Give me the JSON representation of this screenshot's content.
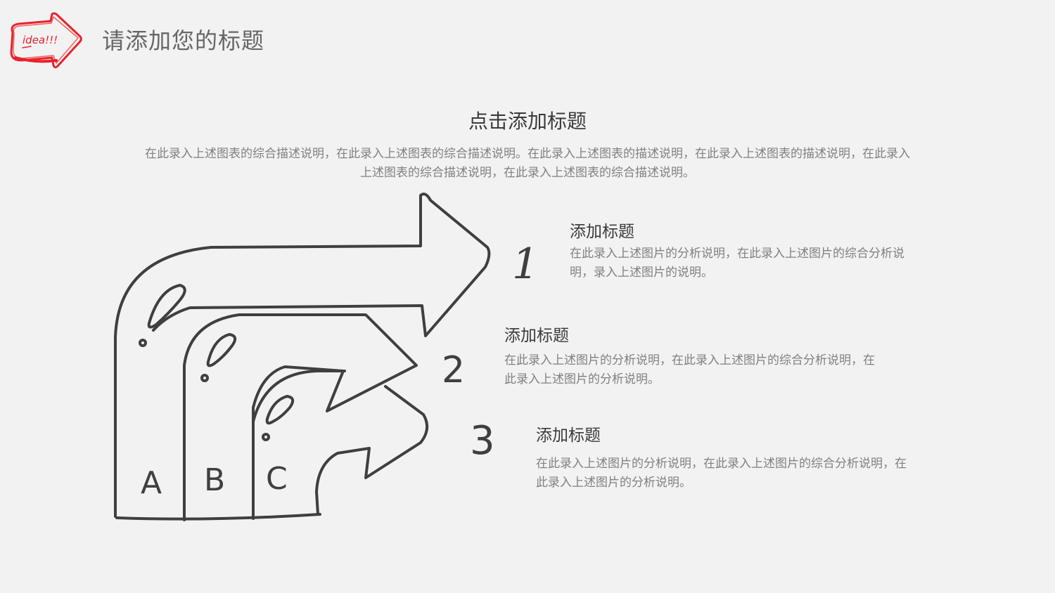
{
  "logo": {
    "text": "idea!!!",
    "color": "#e8232a"
  },
  "page_title": "请添加您的标题",
  "section": {
    "title": "点击添加标题",
    "description": "在此录入上述图表的综合描述说明，在此录入上述图表的综合描述说明。在此录入上述图表的描述说明，在此录入上述图表的描述说明，在此录入上述图表的综合描述说明，在此录入上述图表的综合描述说明。"
  },
  "drawing": {
    "letters": [
      "A",
      "B",
      "C"
    ],
    "numbers": [
      "1",
      "2",
      "3"
    ]
  },
  "items": [
    {
      "title": "添加标题",
      "description": "在此录入上述图片的分析说明，在此录入上述图片的综合分析说明，录入上述图片的说明。"
    },
    {
      "title": "添加标题",
      "description": "在此录入上述图片的分析说明，在此录入上述图片的综合分析说明，在此录入上述图片的分析说明。"
    },
    {
      "title": "添加标题",
      "description": "在此录入上述图片的分析说明，在此录入上述图片的综合分析说明，在此录入上述图片的分析说明。"
    }
  ],
  "colors": {
    "background": "#f2f2f2",
    "sketch": "#3f3f3f",
    "accent": "#e8232a"
  }
}
